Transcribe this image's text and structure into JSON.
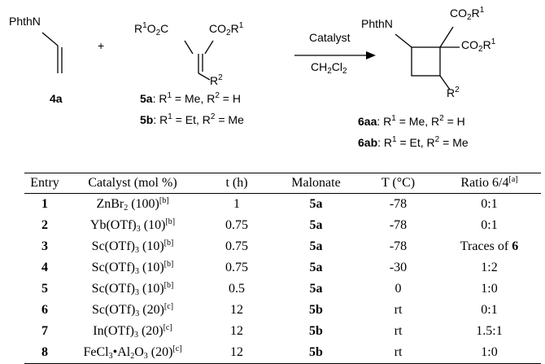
{
  "scheme": {
    "reactant_a": {
      "group": "PhthN",
      "label": "4a"
    },
    "plus": "+",
    "reactant_b": {
      "substituents": [
        {
          "prefix": "R",
          "sup": "1",
          "body": "O",
          "sub": "2",
          "suffix": "C"
        },
        {
          "prefix": "CO",
          "sub": "2",
          "body": "R",
          "sup": "1"
        },
        {
          "prefix": "R",
          "sup": "2"
        }
      ],
      "variants": [
        {
          "label": "5a",
          "r1": "Me",
          "r2": "H"
        },
        {
          "label": "5b",
          "r1": "Et",
          "r2": "Me"
        }
      ]
    },
    "arrow": {
      "above": "Catalyst",
      "below": "CH2Cl2"
    },
    "product": {
      "group": "PhthN",
      "variants": [
        {
          "label": "6aa",
          "r1": "Me",
          "r2": "H"
        },
        {
          "label": "6ab",
          "r1": "Et",
          "r2": "Me"
        }
      ]
    }
  },
  "table": {
    "headers": {
      "entry": "Entry",
      "catalyst": "Catalyst (mol %)",
      "time": "t (h)",
      "malonate": "Malonate",
      "temp": "T (°C)",
      "ratio": "Ratio 6/4",
      "ratio_note": "[a]"
    },
    "rows": [
      {
        "entry": "1",
        "catalyst": "ZnBr2 (100)",
        "note": "[b]",
        "time": "1",
        "malonate": "5a",
        "temp": "-78",
        "ratio": "0:1"
      },
      {
        "entry": "2",
        "catalyst": "Yb(OTf)3 (10)",
        "note": "[b]",
        "time": "0.75",
        "malonate": "5a",
        "temp": "-78",
        "ratio": "0:1"
      },
      {
        "entry": "3",
        "catalyst": "Sc(OTf)3 (10)",
        "note": "[b]",
        "time": "0.75",
        "malonate": "5a",
        "temp": "-78",
        "ratio": "Traces of 6"
      },
      {
        "entry": "4",
        "catalyst": "Sc(OTf)3 (10)",
        "note": "[b]",
        "time": "0.75",
        "malonate": "5a",
        "temp": "-30",
        "ratio": "1:2"
      },
      {
        "entry": "5",
        "catalyst": "Sc(OTf)3 (10)",
        "note": "[b]",
        "time": "0.5",
        "malonate": "5a",
        "temp": "0",
        "ratio": "1:0"
      },
      {
        "entry": "6",
        "catalyst": "Sc(OTf)3 (20)",
        "note": "[c]",
        "time": "12",
        "malonate": "5b",
        "temp": "rt",
        "ratio": "0:1"
      },
      {
        "entry": "7",
        "catalyst": "In(OTf)3 (20)",
        "note": "[c]",
        "time": "12",
        "malonate": "5b",
        "temp": "rt",
        "ratio": "1.5:1"
      },
      {
        "entry": "8",
        "catalyst": "FeCl3•Al2O3 (20)",
        "note": "[c]",
        "time": "12",
        "malonate": "5b",
        "temp": "rt",
        "ratio": "1:0"
      }
    ]
  }
}
